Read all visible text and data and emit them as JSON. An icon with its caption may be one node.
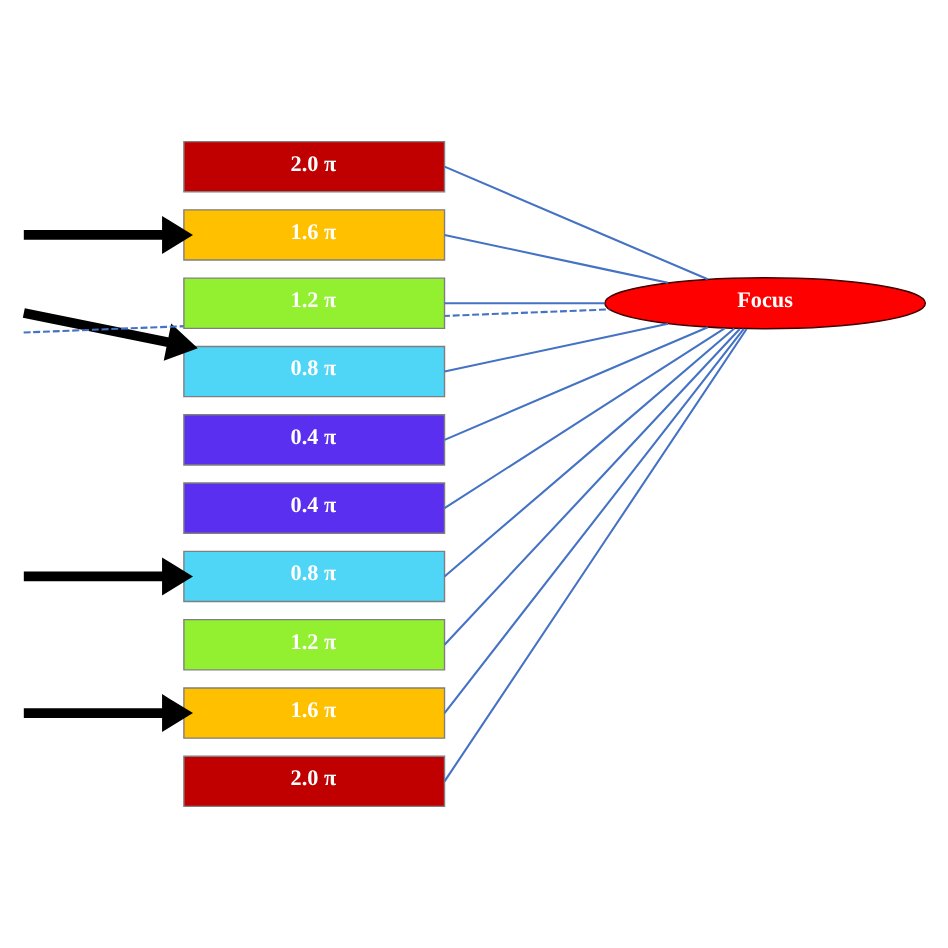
{
  "diagram": {
    "nodes": [
      {
        "text": [
          "2.0 π"
        ]
      },
      {
        "text": [
          "1.6 π"
        ]
      },
      {
        "text": [
          "1.2 π"
        ]
      },
      {
        "text": [
          "0.8 π"
        ]
      },
      {
        "text": [
          "0.4 π"
        ]
      },
      {
        "text": [
          "0.4 π"
        ]
      },
      {
        "text": [
          "0.8 π"
        ]
      },
      {
        "text": [
          "1.2 π"
        ]
      },
      {
        "text": [
          "1.6 π"
        ]
      },
      {
        "text": [
          "2.0 π"
        ]
      },
      {
        "text": [
          "Focus"
        ]
      }
    ],
    "edges": [
      {
        "from": 0,
        "to": 10,
        "arrow": "none"
      },
      {
        "from": 1,
        "to": 10,
        "arrow": "none"
      },
      {
        "from": 2,
        "to": 10,
        "arrow": "none"
      },
      {
        "from": 3,
        "to": 10,
        "arrow": "none"
      },
      {
        "from": 4,
        "to": 10,
        "arrow": "none"
      },
      {
        "from": 5,
        "to": 10,
        "arrow": "none"
      },
      {
        "from": 6,
        "to": 10,
        "arrow": "none"
      },
      {
        "from": 7,
        "to": 10,
        "arrow": "none"
      },
      {
        "from": 8,
        "to": 10,
        "arrow": "none"
      },
      {
        "from": 9,
        "to": 10,
        "arrow": "none"
      },
      {
        "from": null,
        "to": 1,
        "arrow": "to",
        "style": "thick",
        "color": "#000000"
      },
      {
        "from": null,
        "to": 3,
        "arrow": "to",
        "style": "thick",
        "color": "#000000"
      },
      {
        "from": null,
        "to": 10,
        "arrow": "none",
        "style": "dashed"
      },
      {
        "from": null,
        "to": 6,
        "arrow": "to",
        "style": "thick",
        "color": "#000000"
      },
      {
        "from": null,
        "to": 8,
        "arrow": "to",
        "style": "thick",
        "color": "#000000"
      }
    ]
  }
}
